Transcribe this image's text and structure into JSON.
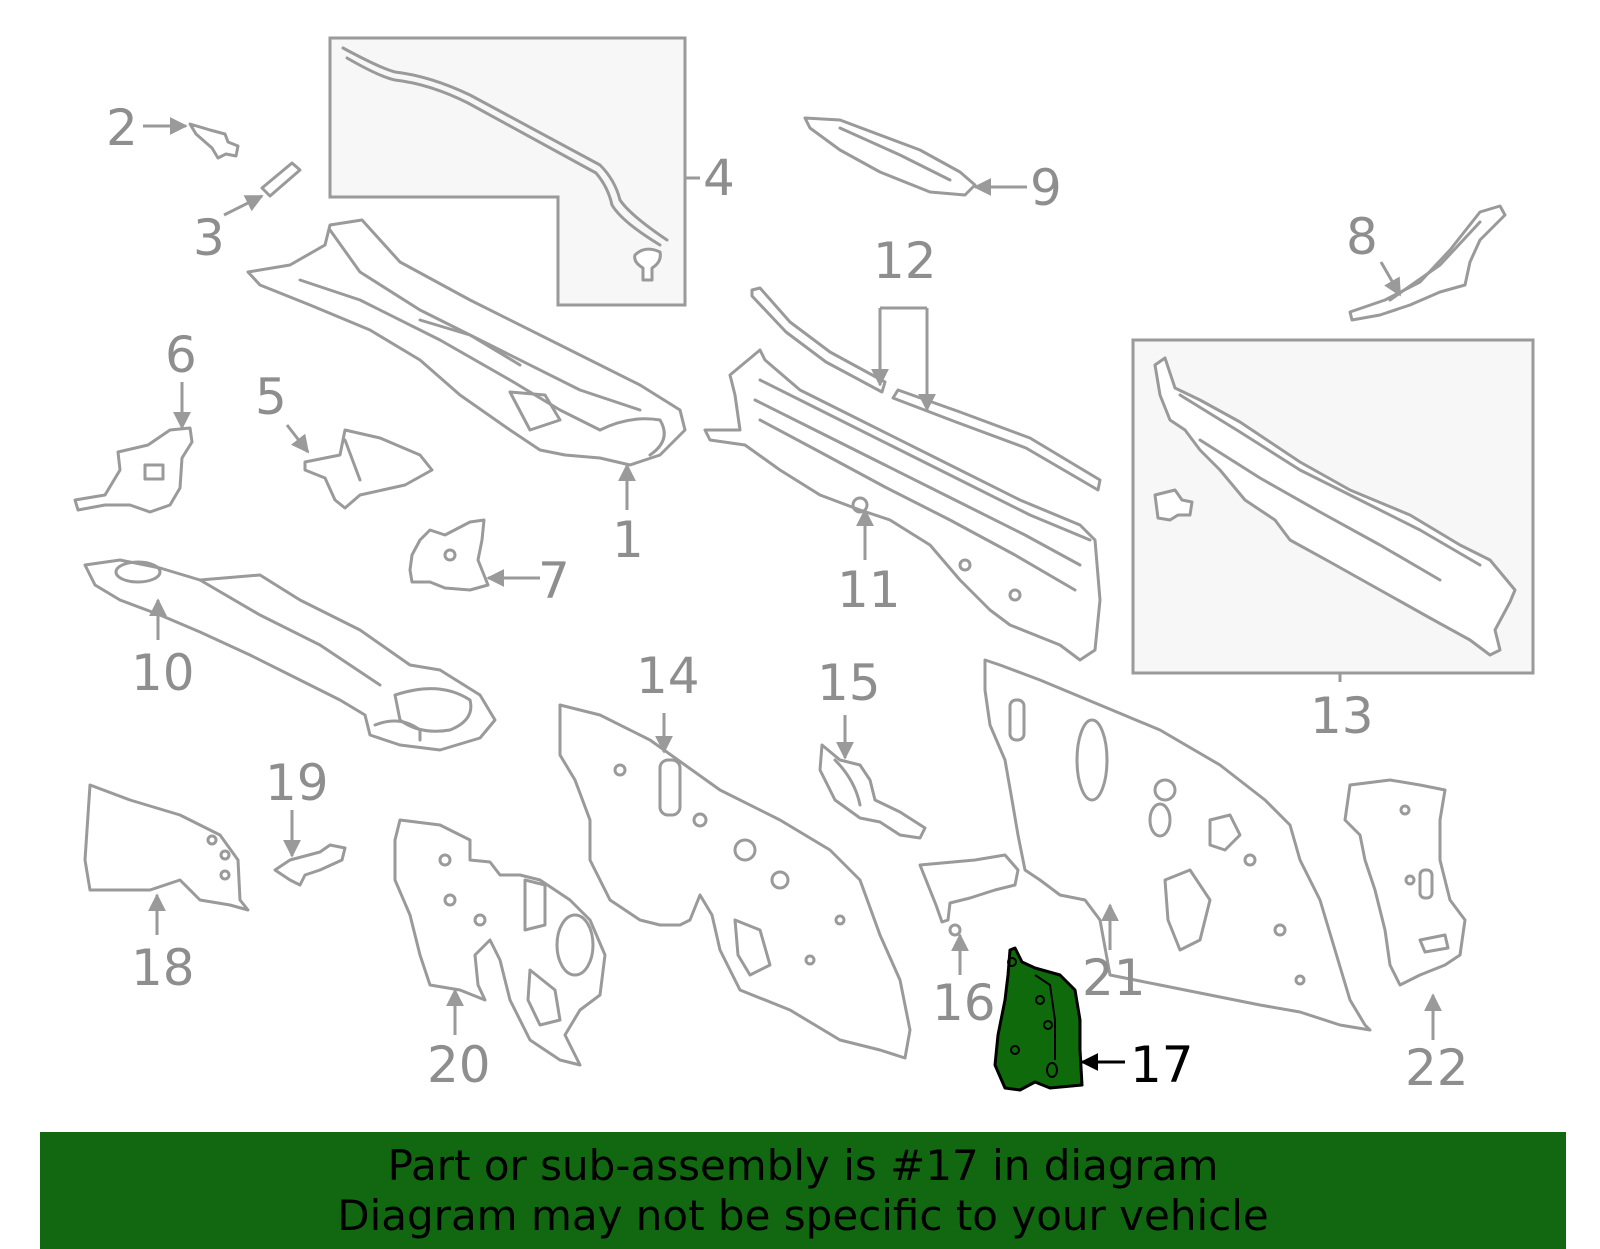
{
  "colors": {
    "line_art": "#9a9a9a",
    "callout_text": "#8e8e8e",
    "highlight_fill": "#0f6a0c",
    "highlight_outline": "#000000",
    "banner_bg": "#126811",
    "banner_text": "#000000"
  },
  "callouts": {
    "c1": "1",
    "c2": "2",
    "c3": "3",
    "c4": "4",
    "c5": "5",
    "c6": "6",
    "c7": "7",
    "c8": "8",
    "c9": "9",
    "c10": "10",
    "c11": "11",
    "c12": "12",
    "c13": "13",
    "c14": "14",
    "c15": "15",
    "c16": "16",
    "c17": "17",
    "c18": "18",
    "c19": "19",
    "c20": "20",
    "c21": "21",
    "c22": "22"
  },
  "highlighted_part": "17",
  "banner": {
    "line1": "Part or sub-assembly is #17 in diagram",
    "line2": "Diagram may not be specific to your vehicle"
  }
}
